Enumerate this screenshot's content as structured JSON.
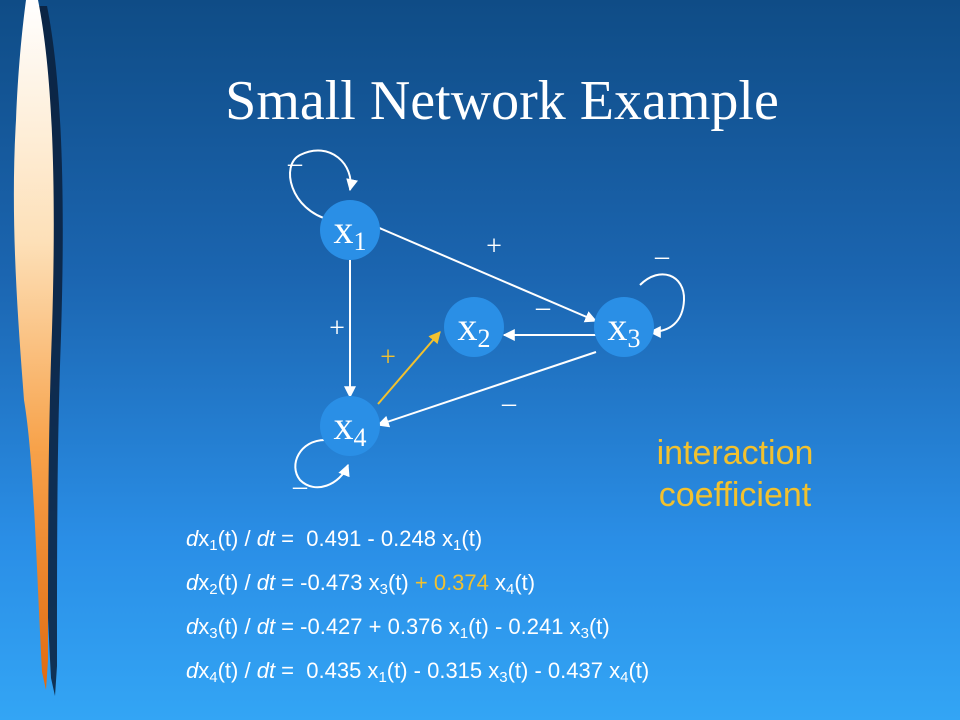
{
  "title": "Small Network Example",
  "nodes": [
    {
      "id": "x1",
      "base": "x",
      "sub": "1",
      "self_loop_sign": "–"
    },
    {
      "id": "x2",
      "base": "x",
      "sub": "2"
    },
    {
      "id": "x3",
      "base": "x",
      "sub": "3",
      "self_loop_sign": "–"
    },
    {
      "id": "x4",
      "base": "x",
      "sub": "4",
      "self_loop_sign": "–"
    }
  ],
  "edges": [
    {
      "from": "x1",
      "to": "x3",
      "sign": "+"
    },
    {
      "from": "x1",
      "to": "x4",
      "sign": "+"
    },
    {
      "from": "x3",
      "to": "x2",
      "sign": "–"
    },
    {
      "from": "x3",
      "to": "x4",
      "sign": "–"
    },
    {
      "from": "x4",
      "to": "x2",
      "sign": "+",
      "highlight": true
    }
  ],
  "note": {
    "line1": "interaction",
    "line2": "coefficient"
  },
  "equations": {
    "eq1": {
      "n": "1",
      "rhs_a": "0.491 - 0.248 x",
      "s1": "1",
      "end": "(t)"
    },
    "eq2": {
      "n": "2",
      "rhs_a": "-0.473 x",
      "s1": "3",
      "mid": "(t) ",
      "highlight": "+ 0.374",
      "rhs_b": " x",
      "s2": "4",
      "end": "(t)"
    },
    "eq3": {
      "n": "3",
      "rhs_a": "-0.427 + 0.376 x",
      "s1": "1",
      "mid": "(t) - 0.241 x",
      "s2": "3",
      "end": "(t)"
    },
    "eq4": {
      "n": "4",
      "rhs_a": "0.435 x",
      "s1": "1",
      "mid": "(t) - 0.315 x",
      "s2": "3",
      "mid2": "(t) - 0.437 x",
      "s3": "4",
      "end": "(t)"
    },
    "lhs_d": "d",
    "lhs_x": "x",
    "lhs_t": "(t) / ",
    "lhs_dt": "dt",
    "lhs_eq": " = "
  },
  "colors": {
    "background_top": "#0f4c86",
    "background_bottom": "#33a5f5",
    "node_fill": "#2a8fe6",
    "highlight": "#f2c12e",
    "text": "#ffffff"
  }
}
